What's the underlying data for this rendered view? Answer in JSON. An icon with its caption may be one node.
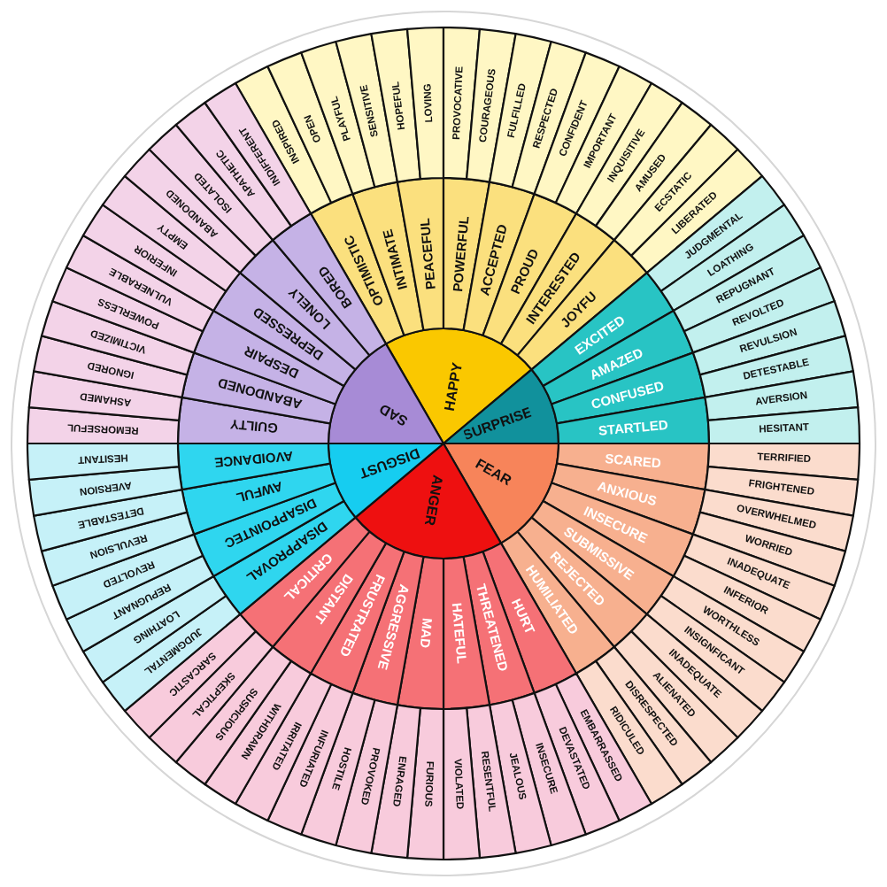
{
  "diagram": {
    "nodes": [
      {
        "text": [
          "HAPPY"
        ]
      },
      {
        "text": [
          "SURPRISE"
        ]
      },
      {
        "text": [
          "FEAR"
        ]
      },
      {
        "text": [
          "ANGER"
        ]
      },
      {
        "text": [
          "DISGUST"
        ]
      },
      {
        "text": [
          "SAD"
        ]
      },
      {
        "text": [
          "OPTIMISTIC"
        ]
      },
      {
        "text": [
          "INTIMATE"
        ]
      },
      {
        "text": [
          "PEACEFUL"
        ]
      },
      {
        "text": [
          "POWERFUL"
        ]
      },
      {
        "text": [
          "ACCEPTED"
        ]
      },
      {
        "text": [
          "PROUD"
        ]
      },
      {
        "text": [
          "INTERESTED"
        ]
      },
      {
        "text": [
          "JOYFU"
        ]
      },
      {
        "text": [
          "EXCITED"
        ]
      },
      {
        "text": [
          "AMAZED"
        ]
      },
      {
        "text": [
          "CONFUSED"
        ]
      },
      {
        "text": [
          "STARTLED"
        ]
      },
      {
        "text": [
          "SCARED"
        ]
      },
      {
        "text": [
          "ANXIOUS"
        ]
      },
      {
        "text": [
          "INSECURE"
        ]
      },
      {
        "text": [
          "SUBMISSIVE"
        ]
      },
      {
        "text": [
          "REJECTED"
        ]
      },
      {
        "text": [
          "HUMILIATED"
        ]
      },
      {
        "text": [
          "HURT"
        ]
      },
      {
        "text": [
          "THREATENED"
        ]
      },
      {
        "text": [
          "HATEFUL"
        ]
      },
      {
        "text": [
          "MAD"
        ]
      },
      {
        "text": [
          "AGGRESSIVE"
        ]
      },
      {
        "text": [
          "FRUSTRATED"
        ]
      },
      {
        "text": [
          "DISTANT"
        ]
      },
      {
        "text": [
          "CRITICAL"
        ]
      },
      {
        "text": [
          "DISAPPROVAL"
        ]
      },
      {
        "text": [
          "DISAPPOINTEC"
        ]
      },
      {
        "text": [
          "AWFUL"
        ]
      },
      {
        "text": [
          "AVOIDANCE"
        ]
      },
      {
        "text": [
          "GUILTY"
        ]
      },
      {
        "text": [
          "ABANDONED"
        ]
      },
      {
        "text": [
          "DESPAIR"
        ]
      },
      {
        "text": [
          "DEPRESSED"
        ]
      },
      {
        "text": [
          "LONELY"
        ]
      },
      {
        "text": [
          "BORED"
        ]
      },
      {
        "text": [
          "INSPIRED"
        ]
      },
      {
        "text": [
          "OPEN"
        ]
      },
      {
        "text": [
          "PLAYFUL"
        ]
      },
      {
        "text": [
          "SENSITIVE"
        ]
      },
      {
        "text": [
          "HOPEFUL"
        ]
      },
      {
        "text": [
          "LOVING"
        ]
      },
      {
        "text": [
          "PROVOCATIVE"
        ]
      },
      {
        "text": [
          "COURAGEOUS"
        ]
      },
      {
        "text": [
          "FULFILLED"
        ]
      },
      {
        "text": [
          "RESPECTED"
        ]
      },
      {
        "text": [
          "CONFIDENT"
        ]
      },
      {
        "text": [
          "IMPORTANT"
        ]
      },
      {
        "text": [
          "INQUISITIVE"
        ]
      },
      {
        "text": [
          "AMUSED"
        ]
      },
      {
        "text": [
          "ECSTATIC"
        ]
      },
      {
        "text": [
          "LIBERATED"
        ]
      },
      {
        "text": [
          "JUDGMENTAL"
        ]
      },
      {
        "text": [
          "LOATHING"
        ]
      },
      {
        "text": [
          "REPUGNANT"
        ]
      },
      {
        "text": [
          "REVOLTED"
        ]
      },
      {
        "text": [
          "REVULSION"
        ]
      },
      {
        "text": [
          "DETESTABLE"
        ]
      },
      {
        "text": [
          "AVERSION"
        ]
      },
      {
        "text": [
          "HESITANT"
        ]
      },
      {
        "text": [
          "TERRIFIED"
        ]
      },
      {
        "text": [
          "FRIGHTENED"
        ]
      },
      {
        "text": [
          "OVERWHELMED"
        ]
      },
      {
        "text": [
          "WORRIED"
        ]
      },
      {
        "text": [
          "INADEQUATE"
        ]
      },
      {
        "text": [
          "INFERIOR"
        ]
      },
      {
        "text": [
          "WORTHLESS"
        ]
      },
      {
        "text": [
          "INSIGNFICANT"
        ]
      },
      {
        "text": [
          "INADEQUATE"
        ]
      },
      {
        "text": [
          "ALIENATED"
        ]
      },
      {
        "text": [
          "DISRESPECTED"
        ]
      },
      {
        "text": [
          "RIDICULED"
        ]
      },
      {
        "text": [
          "EMBARRASSED"
        ]
      },
      {
        "text": [
          "DEVASTATED"
        ]
      },
      {
        "text": [
          "INSECURE"
        ]
      },
      {
        "text": [
          "JEALOUS"
        ]
      },
      {
        "text": [
          "RESENTFUL"
        ]
      },
      {
        "text": [
          "VIOLATED"
        ]
      },
      {
        "text": [
          "FURIOUS"
        ]
      },
      {
        "text": [
          "ENRAGED"
        ]
      },
      {
        "text": [
          "PROVOKED"
        ]
      },
      {
        "text": [
          "HOSTILE"
        ]
      },
      {
        "text": [
          "INFURIATED"
        ]
      },
      {
        "text": [
          "IRRITATED"
        ]
      },
      {
        "text": [
          "WITHDRAWN"
        ]
      },
      {
        "text": [
          "SUSPICIOUS"
        ]
      },
      {
        "text": [
          "SKEPTICAL"
        ]
      },
      {
        "text": [
          "SARCASTIC"
        ]
      },
      {
        "text": [
          "JUDGMENTAL"
        ]
      },
      {
        "text": [
          "LOATHING"
        ]
      },
      {
        "text": [
          "REPUGNANT"
        ]
      },
      {
        "text": [
          "REVOLTED"
        ]
      },
      {
        "text": [
          "REVULSION"
        ]
      },
      {
        "text": [
          "DETESTABLE"
        ]
      },
      {
        "text": [
          "AVERSION"
        ]
      },
      {
        "text": [
          "HESITANT"
        ]
      },
      {
        "text": [
          "REMORSEFUL"
        ]
      },
      {
        "text": [
          "ASHAMED"
        ]
      },
      {
        "text": [
          "IGNORED"
        ]
      },
      {
        "text": [
          "VICTIMIZED"
        ]
      },
      {
        "text": [
          "POWERLESS"
        ]
      },
      {
        "text": [
          "VULNERABLE"
        ]
      },
      {
        "text": [
          "INFERIOR"
        ]
      },
      {
        "text": [
          "EMPTY"
        ]
      },
      {
        "text": [
          "ABANDONED"
        ]
      },
      {
        "text": [
          "ISOLATED"
        ]
      },
      {
        "text": [
          "APATHETIC"
        ]
      },
      {
        "text": [
          "INDIFFERENT"
        ]
      }
    ]
  }
}
